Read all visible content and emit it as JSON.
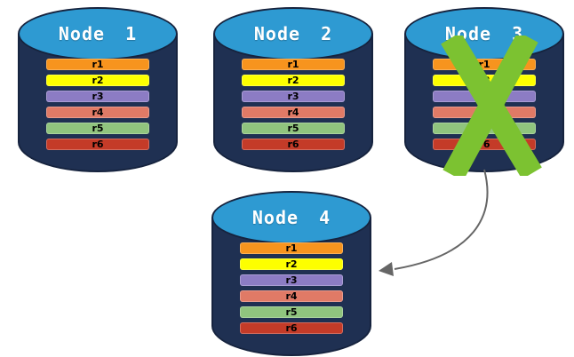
{
  "canvas": {
    "background": "#FFFFFF"
  },
  "palette": {
    "cylinder_body": "#1F3052",
    "cylinder_top": "#2E9AD2",
    "cylinder_outline": "#16233E",
    "title_text": "#FFFFFF",
    "bar_text": "#000000"
  },
  "nodes": [
    {
      "label": "Node 1",
      "bars": [
        {
          "label": "r1",
          "color": "#F7941E"
        },
        {
          "label": "r2",
          "color": "#FDFF00"
        },
        {
          "label": "r3",
          "color": "#8C7CC4"
        },
        {
          "label": "r4",
          "color": "#E07A66"
        },
        {
          "label": "r5",
          "color": "#90C47E"
        },
        {
          "label": "r6",
          "color": "#C43B28"
        }
      ]
    },
    {
      "label": "Node 2",
      "bars": [
        {
          "label": "r1",
          "color": "#F7941E"
        },
        {
          "label": "r2",
          "color": "#FDFF00"
        },
        {
          "label": "r3",
          "color": "#8C7CC4"
        },
        {
          "label": "r4",
          "color": "#E07A66"
        },
        {
          "label": "r5",
          "color": "#90C47E"
        },
        {
          "label": "r6",
          "color": "#C43B28"
        }
      ]
    },
    {
      "label": "Node 3",
      "bars": [
        {
          "label": "r1",
          "color": "#F7941E"
        },
        {
          "label": "r2",
          "color": "#FDFF00"
        },
        {
          "label": "r3",
          "color": "#8C7CC4"
        },
        {
          "label": "r4",
          "color": "#E07A66"
        },
        {
          "label": "r5",
          "color": "#90C47E"
        },
        {
          "label": "r6",
          "color": "#C43B28"
        }
      ]
    },
    {
      "label": "Node 4",
      "bars": [
        {
          "label": "r1",
          "color": "#F7941E"
        },
        {
          "label": "r2",
          "color": "#FDFF00"
        },
        {
          "label": "r3",
          "color": "#8C7CC4"
        },
        {
          "label": "r4",
          "color": "#E07A66"
        },
        {
          "label": "r5",
          "color": "#90C47E"
        },
        {
          "label": "r6",
          "color": "#C43B28"
        }
      ]
    }
  ],
  "failure_mark": {
    "on_node": "Node 3",
    "color": "#7CC231"
  },
  "arrow": {
    "from_node": "Node 3",
    "to_node": "Node 4",
    "color": "#666666"
  }
}
